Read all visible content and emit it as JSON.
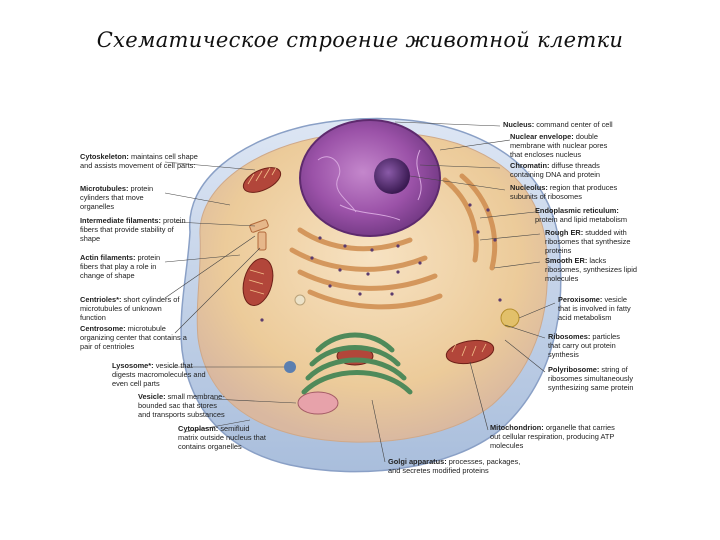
{
  "title": "Схематическое строение животной клетки",
  "left_labels": [
    {
      "term": "Cytoskeleton:",
      "desc": "maintains cell shape and assists movement of cell parts:"
    },
    {
      "term": "Microtubules:",
      "desc": "protein cylinders that move organelles"
    },
    {
      "term": "Intermediate filaments:",
      "desc": "protein fibers that provide stability of shape"
    },
    {
      "term": "Actin filaments:",
      "desc": "protein fibers that play a role in change of shape"
    },
    {
      "term": "Centrioles*:",
      "desc": "short cylinders of microtubules of unknown function"
    },
    {
      "term": "Centrosome:",
      "desc": "microtubule organizing center that contains a pair of centrioles"
    },
    {
      "term": "Lysosome*:",
      "desc": "vesicle that digests macromolecules and even cell parts"
    },
    {
      "term": "Vesicle:",
      "desc": "small membrane-bounded sac that stores and transports substances"
    },
    {
      "term": "Cytoplasm:",
      "desc": "semifluid matrix outside nucleus that contains organelles"
    }
  ],
  "right_labels": [
    {
      "term": "Nucleus:",
      "desc": "command center of cell"
    },
    {
      "term": "Nuclear envelope:",
      "desc": "double membrane with nuclear pores that encloses nucleus"
    },
    {
      "term": "Chromatin:",
      "desc": "diffuse threads containing DNA and protein"
    },
    {
      "term": "Nucleolus:",
      "desc": "region that produces subunits of ribosomes"
    },
    {
      "term": "Endoplasmic reticulum:",
      "desc": "protein and lipid metabolism"
    },
    {
      "term": "Rough ER:",
      "desc": "studded with ribosomes that synthesize proteins"
    },
    {
      "term": "Smooth ER:",
      "desc": "lacks ribosomes, synthesizes lipid molecules"
    },
    {
      "term": "Peroxisome:",
      "desc": "vesicle that is involved in fatty acid metabolism"
    },
    {
      "term": "Ribosomes:",
      "desc": "particles that carry out protein synthesis"
    },
    {
      "term": "Polyribosome:",
      "desc": "string of ribosomes simultaneously synthesizing same protein"
    },
    {
      "term": "Mitochondrion:",
      "desc": "organelle that carries out cellular respiration, producing ATP molecules"
    },
    {
      "term": "Golgi apparatus:",
      "desc": "processes, packages, and secretes modified proteins"
    }
  ],
  "colors": {
    "membrane": "#c9d6ec",
    "cytoplasm": "#f1d8b0",
    "nucleus": "#9b52a8",
    "nucleolus": "#5a2a72",
    "mitochondria": "#b2463a",
    "golgi": "#4f8a5a",
    "rough_er": "#d9a56a"
  }
}
